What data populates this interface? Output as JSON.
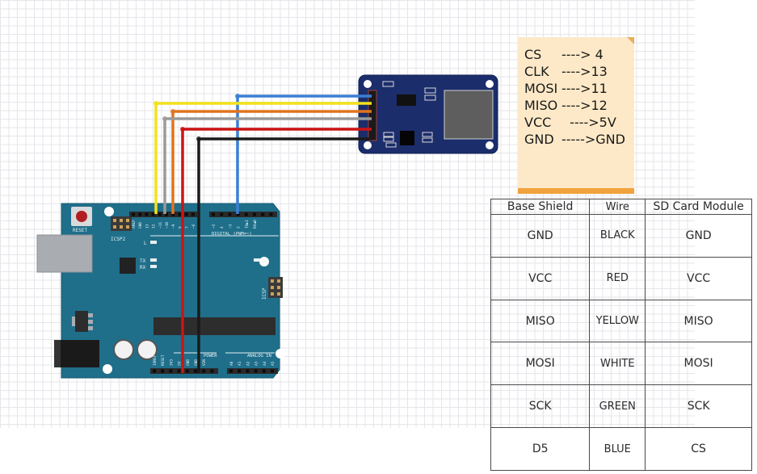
{
  "diagram": {
    "title": "Arduino Uno to SD Card Module wiring",
    "arduino": {
      "board_color": "#1f6f8b",
      "labels": {
        "reset": "RESET",
        "icsp2": "ICSP2",
        "icsp": "ICSP",
        "led_l": "L",
        "led_tx": "TX",
        "led_rx": "RX",
        "led_on": "ON",
        "digital": "DIGITAL (PWM=~)",
        "power": "POWER",
        "analog": "ANALOG IN",
        "icsp_pin1": "1"
      },
      "digital_pins": [
        "AREF",
        "GND",
        "13",
        "12",
        "~11",
        "~10",
        "~9",
        "8",
        "7",
        "~6",
        "~5",
        "4",
        "~3",
        "2",
        "TX▶1",
        "RX◀0"
      ],
      "power_pins": [
        "IOREF",
        "RESET",
        "3V3",
        "5V",
        "GND",
        "GND",
        "VIN"
      ],
      "analog_pins": [
        "A0",
        "A1",
        "A2",
        "A3",
        "A4",
        "A5"
      ]
    },
    "sd_module": {
      "board_color": "#1b2d6b"
    },
    "wires": [
      {
        "color_name": "BLUE",
        "hex": "#3b7fd4",
        "arduino_pin": "4",
        "module_pin": "CS"
      },
      {
        "color_name": "YELLOW",
        "hex": "#f2e21c",
        "arduino_pin": "13",
        "module_pin": "SCK"
      },
      {
        "color_name": "ORANGE",
        "hex": "#e0731e",
        "arduino_pin": "11",
        "module_pin": "MOSI"
      },
      {
        "color_name": "GRAY",
        "hex": "#9a9a9a",
        "arduino_pin": "12",
        "module_pin": "MISO"
      },
      {
        "color_name": "RED",
        "hex": "#cc1414",
        "arduino_pin": "5V",
        "module_pin": "VCC"
      },
      {
        "color_name": "BLACK",
        "hex": "#1a1a1a",
        "arduino_pin": "GND",
        "module_pin": "GND"
      }
    ]
  },
  "note": {
    "lines": [
      {
        "signal": "CS",
        "target": "----> 4"
      },
      {
        "signal": "CLK",
        "target": "---->13"
      },
      {
        "signal": "MOSI",
        "target": "---->11"
      },
      {
        "signal": "MISO",
        "target": "---->12"
      },
      {
        "signal": "VCC",
        "target": "  ---->5V"
      },
      {
        "signal": "GND",
        "target": "----->GND"
      }
    ]
  },
  "table": {
    "headers": [
      "Base Shield",
      "Wire",
      "SD Card Module"
    ],
    "rows": [
      [
        "GND",
        "BLACK",
        "GND"
      ],
      [
        "VCC",
        "RED",
        "VCC"
      ],
      [
        "MISO",
        "YELLOW",
        "MISO"
      ],
      [
        "MOSI",
        "WHITE",
        "MOSI"
      ],
      [
        "SCK",
        "GREEN",
        "SCK"
      ],
      [
        "D5",
        "BLUE",
        "CS"
      ]
    ]
  }
}
